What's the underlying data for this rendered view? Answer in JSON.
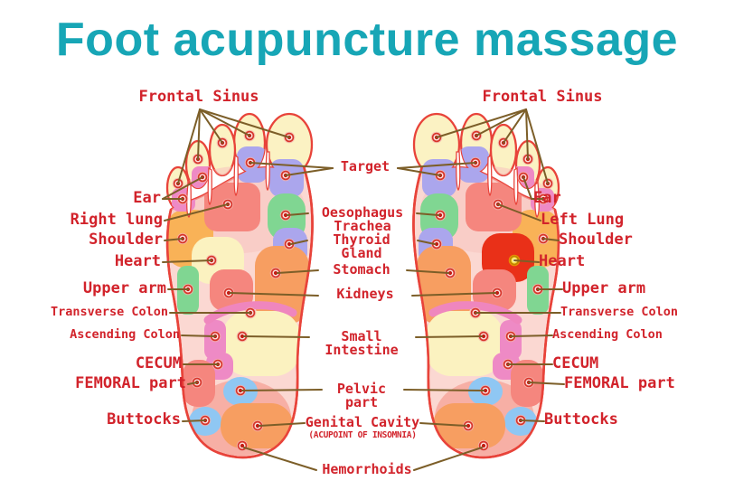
{
  "title": "Foot acupuncture massage",
  "palette": {
    "title": "#17A6B6",
    "label_red": "#D2232B",
    "line_brown": "#7C5E28",
    "foot_outline": "#E8433A",
    "foot_fill": "#FBD8D2",
    "toe_cream": "#FBF2C3",
    "zone_salmon": "#F5867E",
    "zone_orange": "#F9B257",
    "zone_orange_deep": "#F79E61",
    "zone_green": "#80D692",
    "zone_purple": "#ABA6ED",
    "zone_magenta": "#EE8AC5",
    "zone_pink_band": "#EF86BE",
    "zone_cream": "#FBF2C0",
    "zone_blue": "#8FC7F3",
    "zone_red": "#E93018",
    "heel_salmon": "#F6A89D",
    "dot_red": "#C21D13",
    "heart_dot_gold": "#FFD019"
  },
  "labels": {
    "left_column": {
      "frontal_sinus": "Frontal Sinus",
      "ear": "Ear",
      "lung": "Right lung",
      "shoulder": "Shoulder",
      "heart": "Heart",
      "upper_arm": "Upper arm",
      "transverse_colon": "Transverse Colon",
      "ascending_colon": "Ascending Colon",
      "cecum": "CECUM",
      "femoral": "FEMORAL part",
      "buttocks": "Buttocks"
    },
    "center_column": {
      "target": "Target",
      "oesophagus": "Oesophagus\nTrachea",
      "thyroid": "Thyroid\nGland",
      "stomach": "Stomach",
      "kidneys": "Kidneys",
      "small_intestine": "Small\nIntestine",
      "pelvic": "Pelvic\npart",
      "genital": "Genital Cavity",
      "genital_note": "(ACUPOINT OF INSOMNIA)",
      "hemorrhoids": "Hemorrhoids"
    },
    "right_column": {
      "frontal_sinus": "Frontal Sinus",
      "ear": "Ear",
      "lung": "Left Lung",
      "shoulder": "Shoulder",
      "heart": "Heart",
      "upper_arm": "Upper arm",
      "transverse_colon": "Transverse Colon",
      "ascending_colon": "Ascending Colon",
      "cecum": "CECUM",
      "femoral": "FEMORAL part",
      "buttocks": "Buttocks"
    }
  }
}
